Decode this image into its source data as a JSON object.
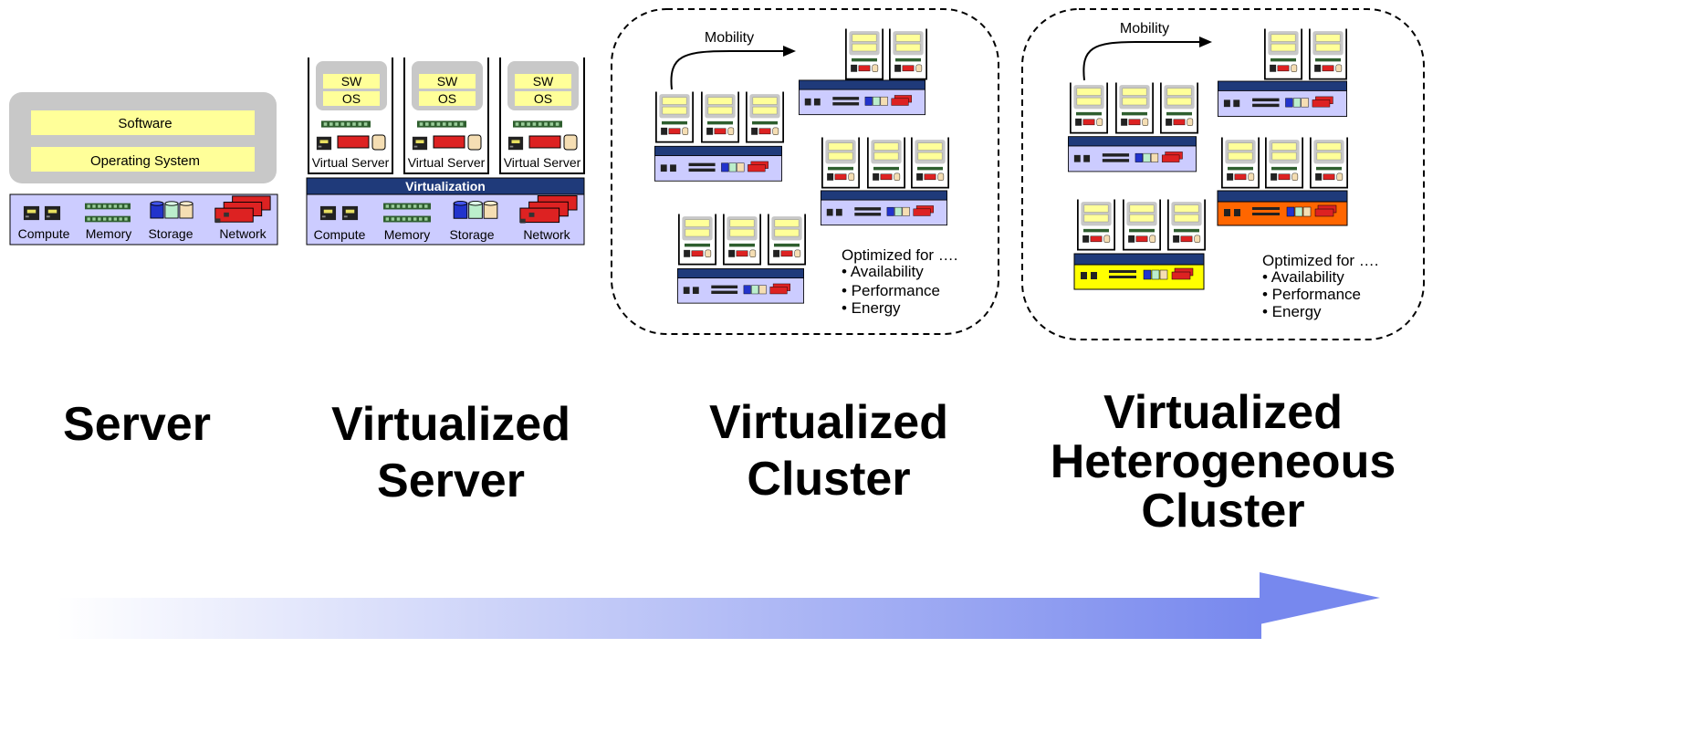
{
  "server": {
    "software": "Software",
    "os": "Operating System",
    "hw": [
      "Compute",
      "Memory",
      "Storage",
      "Network"
    ]
  },
  "vserver": {
    "vms": [
      {
        "sw": "SW",
        "os": "OS",
        "label": "Virtual Server"
      },
      {
        "sw": "SW",
        "os": "OS",
        "label": "Virtual Server"
      },
      {
        "sw": "SW",
        "os": "OS",
        "label": "Virtual Server"
      }
    ],
    "virtualization": "Virtualization",
    "hw": [
      "Compute",
      "Memory",
      "Storage",
      "Network"
    ]
  },
  "cluster": {
    "mobility": "Mobility",
    "optimized_title": "Optimized for ….",
    "optimized_items": [
      "• Availability",
      "• Performance",
      "• Energy"
    ]
  },
  "hetero": {
    "mobility": "Mobility",
    "optimized_title": "Optimized for ….",
    "optimized_items": [
      "• Availability",
      "• Performance",
      "• Energy"
    ]
  },
  "titles": {
    "server": [
      "Server"
    ],
    "vserver": [
      "Virtualized",
      "Server"
    ],
    "cluster": [
      "Virtualized",
      "Cluster"
    ],
    "hetero": [
      "Virtualized",
      "Heterogeneous",
      "Cluster"
    ]
  },
  "colors": {
    "yellow_box": "#ffff99",
    "os_box_gray": "#c8c8c8",
    "hw_panel": "#ccccff",
    "virt_bar": "#1f3a7a",
    "storage_blue": "#2233cc",
    "network_red": "#dd2222",
    "orange_host": "#ff6600",
    "yellow_host": "#ffff00",
    "arrow_start": "#ffffff",
    "arrow_end": "#7788ee"
  },
  "icons": [
    "compute-chip-icon",
    "memory-dimm-icon",
    "storage-cylinder-icon",
    "network-card-icon",
    "vm-server-icon",
    "host-server-icon",
    "mobility-arrow-icon",
    "progress-arrow-icon"
  ]
}
